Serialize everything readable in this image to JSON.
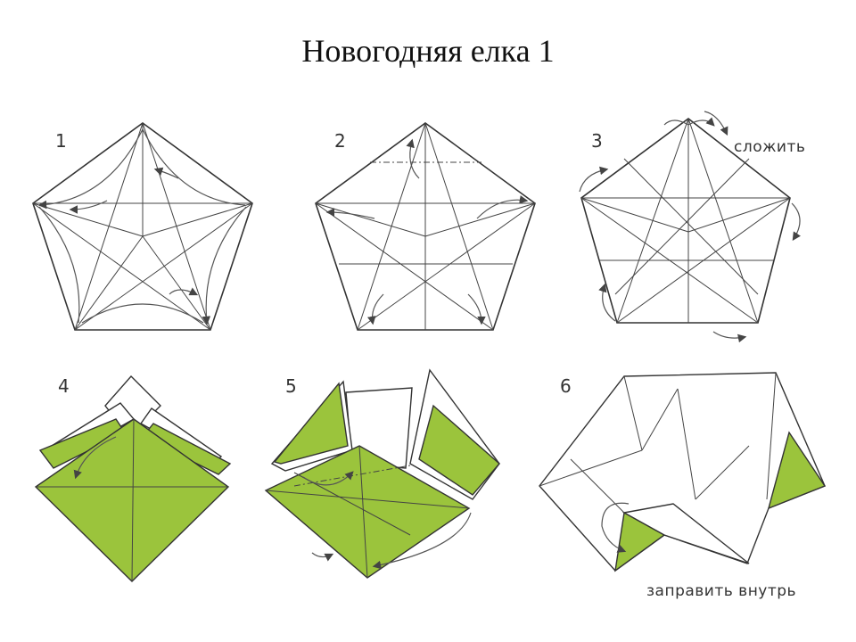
{
  "title": "Новогодняя елка 1",
  "steps": [
    {
      "number": "1"
    },
    {
      "number": "2"
    },
    {
      "number": "3",
      "caption": "сложить"
    },
    {
      "number": "4"
    },
    {
      "number": "5"
    },
    {
      "number": "6",
      "caption": "заправить внутрь"
    }
  ],
  "colors": {
    "paper_color": "#9bc43c",
    "line_color": "#333333"
  }
}
